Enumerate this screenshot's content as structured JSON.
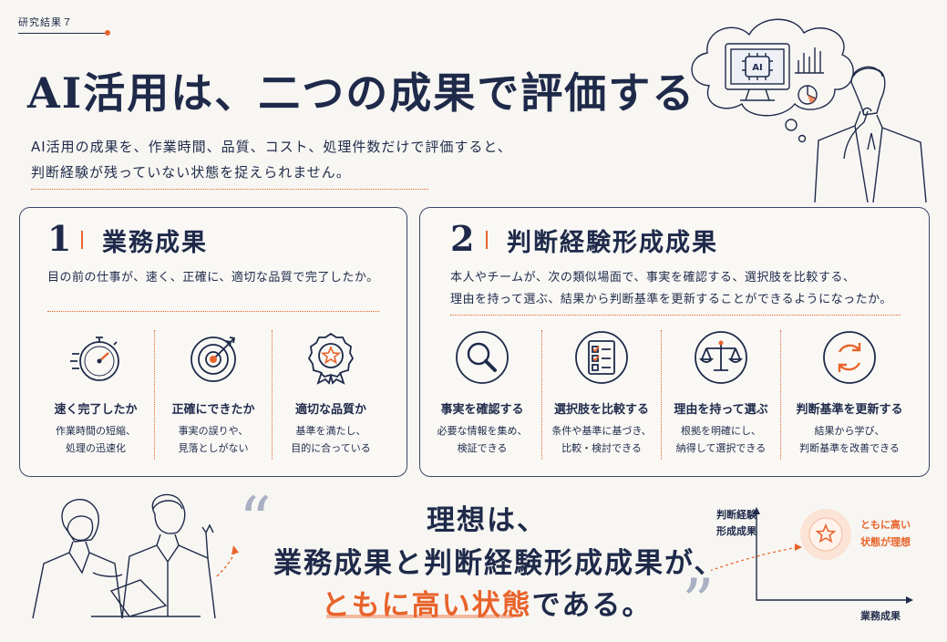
{
  "header": {
    "section_label": "研究結果７",
    "title": "AI活用は、二つの成果で評価する",
    "lead_line1": "AI活用の成果を、作業時間、品質、コスト、処理件数だけで評価すると、",
    "lead_line2": "判断経験が残っていない状態を捉えられません。"
  },
  "illustration": {
    "screen_text": "AI"
  },
  "card1": {
    "number": "1",
    "title": "業務成果",
    "description": "目の前の仕事が、速く、正確に、適切な品質で完了したか。",
    "items": [
      {
        "icon": "stopwatch-icon",
        "label": "速く完了したか",
        "sub1": "作業時間の短縮、",
        "sub2": "処理の迅速化"
      },
      {
        "icon": "target-icon",
        "label": "正確にできたか",
        "sub1": "事実の誤りや、",
        "sub2": "見落としがない"
      },
      {
        "icon": "medal-icon",
        "label": "適切な品質か",
        "sub1": "基準を満たし、",
        "sub2": "目的に合っている"
      }
    ]
  },
  "card2": {
    "number": "2",
    "title": "判断経験形成成果",
    "description1": "本人やチームが、次の類似場面で、事実を確認する、選択肢を比較する、",
    "description2": "理由を持って選ぶ、結果から判断基準を更新することができるようになったか。",
    "items": [
      {
        "icon": "magnifier-icon",
        "label": "事実を確認する",
        "sub1": "必要な情報を集め、",
        "sub2": "検証できる"
      },
      {
        "icon": "checklist-icon",
        "label": "選択肢を比較する",
        "sub1": "条件や基準に基づき、",
        "sub2": "比較・検討できる"
      },
      {
        "icon": "scales-icon",
        "label": "理由を持って選ぶ",
        "sub1": "根拠を明確にし、",
        "sub2": "納得して選択できる"
      },
      {
        "icon": "refresh-icon",
        "label": "判断基準を更新する",
        "sub1": "結果から学び、",
        "sub2": "判断基準を改善できる"
      }
    ]
  },
  "ideal": {
    "quote_open": "“",
    "quote_close": "”",
    "line1": "理想は、",
    "line2": "業務成果と判断経験形成成果が、",
    "line3_highlight": "ともに高い状態",
    "line3_rest": "である。"
  },
  "mini_chart": {
    "y_label_line1": "判断経験",
    "y_label_line2": "形成成果",
    "x_label": "業務成果",
    "star_label_line1": "ともに高い",
    "star_label_line2": "状態が理想"
  },
  "colors": {
    "navy": "#1f2a4a",
    "orange": "#e8632b",
    "background": "#f7f6f2",
    "quote_gray": "#a9b0c4"
  }
}
